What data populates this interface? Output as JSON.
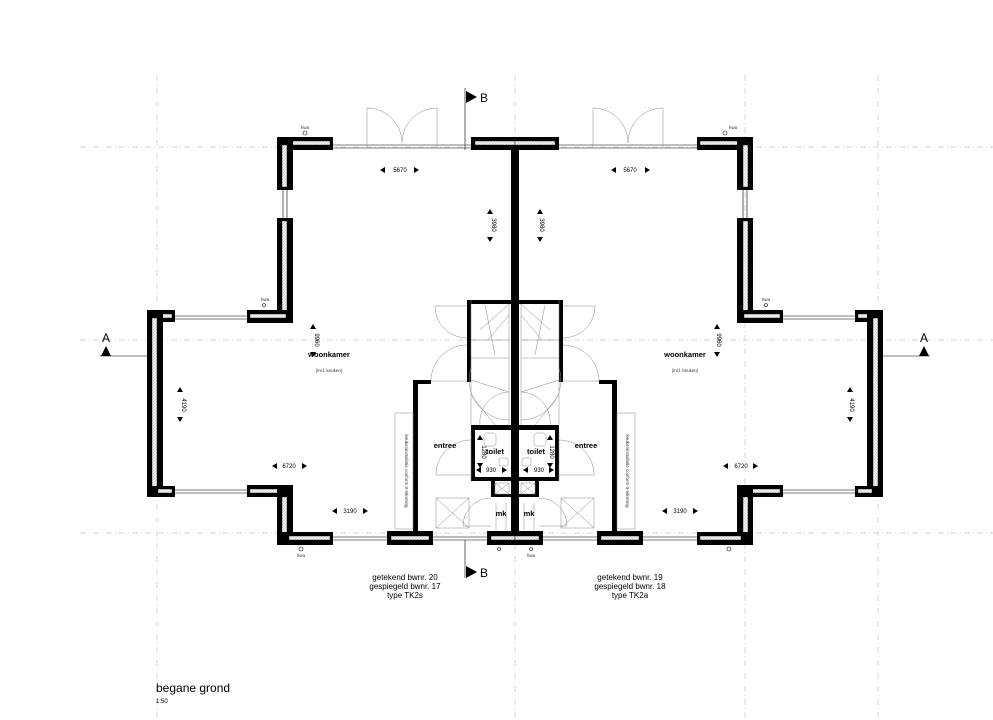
{
  "drawing": {
    "title": "begane grond",
    "scale": "1:50",
    "section_markers": {
      "top": "B",
      "bottom": "B",
      "left": "A",
      "right": "A"
    }
  },
  "left_unit": {
    "room_main": "woonkamer",
    "room_main_note": "(incl. keuken)",
    "entrance": "entree",
    "toilet": "toilet",
    "meter_cupboard": "mk",
    "kitchen_note": "keukeninstallatie conform 0-tekening",
    "dims": {
      "top_width": "5670",
      "stair_depth": "3980",
      "room_depth": "9960",
      "bay_depth": "4190",
      "bay_width": "6720",
      "front_width": "3190",
      "toilet_depth": "1280",
      "toilet_width": "930"
    },
    "caption": [
      "getekend bwnr. 20",
      "gespiegeld bwnr. 17",
      "type TK2s"
    ]
  },
  "right_unit": {
    "room_main": "woonkamer",
    "room_main_note": "(incl. keuken)",
    "entrance": "entree",
    "toilet": "toilet",
    "meter_cupboard": "mk",
    "kitchen_note": "keukeninstallatie conform 0-tekening",
    "dims": {
      "top_width": "5670",
      "stair_depth": "3980",
      "room_depth": "9960",
      "bay_depth": "4190",
      "bay_width": "6720",
      "front_width": "3190",
      "toilet_depth": "1280",
      "toilet_width": "930"
    },
    "caption": [
      "getekend bwnr. 19",
      "gespiegeld bwnr. 18",
      "type TK2a"
    ]
  },
  "downspout_label": "hwa"
}
